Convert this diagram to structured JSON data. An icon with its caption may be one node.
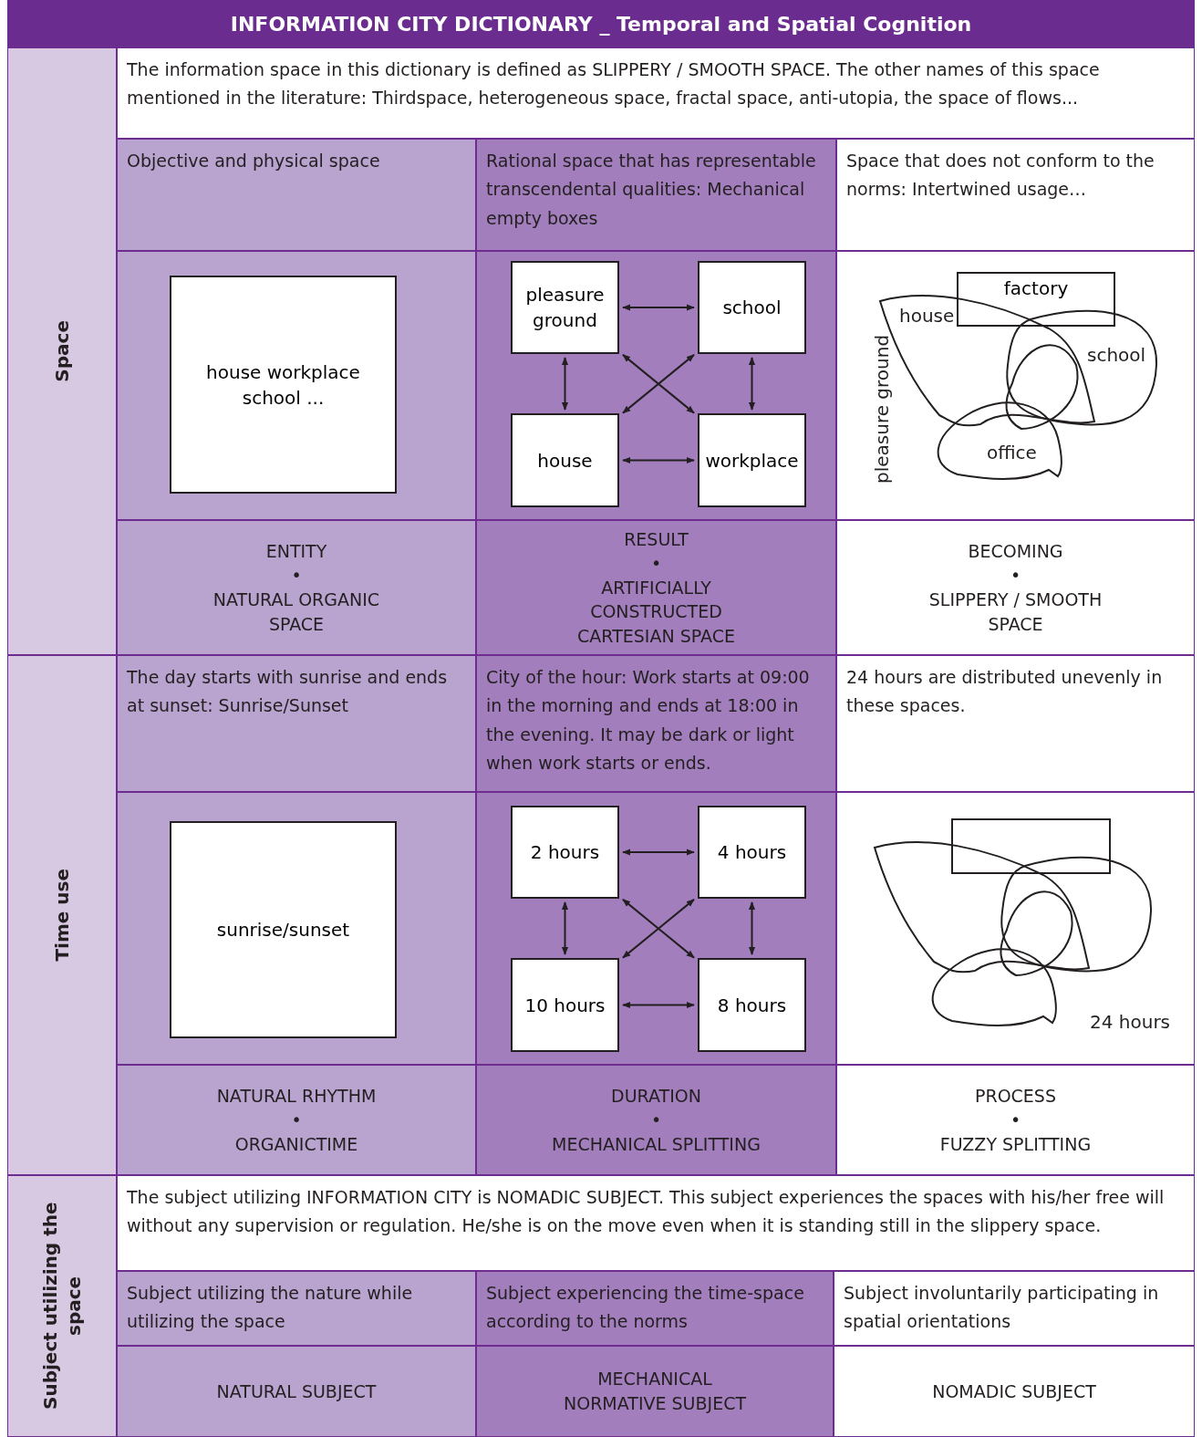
{
  "diagram": {
    "title": "INFORMATION CITY DICTIONARY _ Temporal and Spatial Cognition",
    "nodes": [
      {
        "text": [
          "house workplace school ..."
        ]
      },
      {
        "text": [
          "pleasure ground"
        ]
      },
      {
        "text": [
          "school"
        ]
      },
      {
        "text": [
          "house"
        ]
      },
      {
        "text": [
          "workplace"
        ]
      },
      {
        "text": [
          "factory"
        ]
      },
      {
        "text": [
          "sunrise/sunset"
        ]
      },
      {
        "text": [
          "2 hours"
        ]
      },
      {
        "text": [
          "4 hours"
        ]
      },
      {
        "text": [
          "10 hours"
        ]
      },
      {
        "text": [
          "8 hours"
        ]
      },
      {
        "text": [],
        "shape": "box"
      }
    ],
    "edges": [
      {
        "from": 1,
        "to": 2,
        "arrow": "both"
      },
      {
        "from": 1,
        "to": 3,
        "arrow": "both"
      },
      {
        "from": 2,
        "to": 4,
        "arrow": "both"
      },
      {
        "from": 3,
        "to": 4,
        "arrow": "both"
      },
      {
        "from": 1,
        "to": 4,
        "arrow": "both"
      },
      {
        "from": 2,
        "to": 3,
        "arrow": "both"
      },
      {
        "from": 7,
        "to": 8,
        "arrow": "both"
      },
      {
        "from": 7,
        "to": 9,
        "arrow": "both"
      },
      {
        "from": 8,
        "to": 10,
        "arrow": "both"
      },
      {
        "from": 9,
        "to": 10,
        "arrow": "both"
      },
      {
        "from": 7,
        "to": 10,
        "arrow": "both"
      },
      {
        "from": 8,
        "to": 9,
        "arrow": "both"
      }
    ],
    "labels": [
      "Space",
      "The information space in this dictionary is defined as SLIPPERY / SMOOTH SPACE. The other names of this space mentioned in the literature: Thirdspace, heterogeneous space, fractal space, anti-utopia, the space of flows...",
      "Objective and physical space",
      "Rational space that has representable transcendental qualities: Mechanical empty boxes",
      "Space that does not conform to the norms: Intertwined usage…",
      "house",
      "school",
      "pleasure ground",
      "office",
      "ENTITY",
      "•",
      "NATURAL ORGANIC SPACE",
      "RESULT",
      "•",
      "ARTIFICIALLY CONSTRUCTED CARTESIAN SPACE",
      "BECOMING",
      "•",
      "SLIPPERY / SMOOTH SPACE",
      "Time use",
      "The day starts with sunrise and ends at sunset: Sunrise/Sunset",
      "City of the hour: Work starts at 09:00 in the morning and ends at 18:00 in the evening. It may be dark or light when work starts or ends.",
      "24 hours are distributed unevenly in these spaces.",
      "24 hours",
      "NATURAL RHYTHM",
      "•",
      "ORGANICTIME",
      "DURATION",
      "•",
      "MECHANICAL SPLITTING",
      "PROCESS",
      "•",
      "FUZZY SPLITTING",
      "Subject utilizing the space",
      "The subject utilizing INFORMATION CITY is NOMADIC SUBJECT. This subject experiences the spaces with his/her free will without any supervision or regulation. He/she is on the move even when it is standing still in the slippery space.",
      "Subject utilizing the nature while utilizing the space",
      "Subject experiencing the time-space according to the norms",
      "Subject involuntarily participating in spatial orientations",
      "NATURAL SUBJECT",
      "MECHANICAL NORMATIVE SUBJECT",
      "NOMADIC SUBJECT"
    ]
  }
}
